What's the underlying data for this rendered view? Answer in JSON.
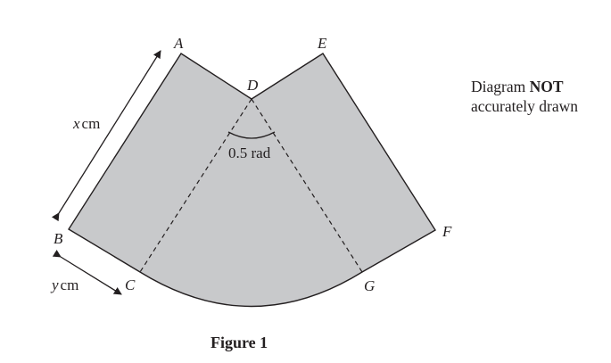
{
  "figure": {
    "caption": "Figure 1",
    "note_line1_prefix": "Diagram ",
    "note_line1_bold": "NOT",
    "note_line2": "accurately drawn",
    "fill_color": "#c8c9cb",
    "stroke_color": "#231f20"
  },
  "points": {
    "A": "A",
    "B": "B",
    "C": "C",
    "D": "D",
    "E": "E",
    "F": "F",
    "G": "G"
  },
  "dimensions": {
    "x_var": "x",
    "x_unit": "cm",
    "y_var": "y",
    "y_unit": "cm"
  },
  "angle": {
    "label": "0.5 rad"
  }
}
